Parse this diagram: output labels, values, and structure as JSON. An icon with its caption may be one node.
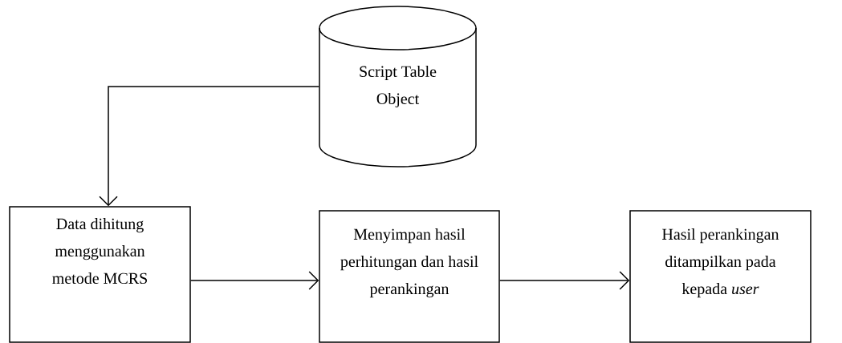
{
  "diagram": {
    "nodes": [
      {
        "text": [
          "Script Table Object"
        ]
      },
      {
        "text": [
          "Data dihitung menggunakan metode MCRS"
        ]
      },
      {
        "text": [
          "Menyimpan hasil perhitungan dan hasil perankingan"
        ]
      },
      {
        "text": [
          "Hasil perankingan ditampilkan pada kepada *user*"
        ]
      }
    ],
    "edges": [
      {
        "from": 0,
        "to": 1,
        "arrow": "to"
      },
      {
        "from": 1,
        "to": 2,
        "arrow": "to"
      },
      {
        "from": 2,
        "to": 3,
        "arrow": "to"
      }
    ]
  }
}
